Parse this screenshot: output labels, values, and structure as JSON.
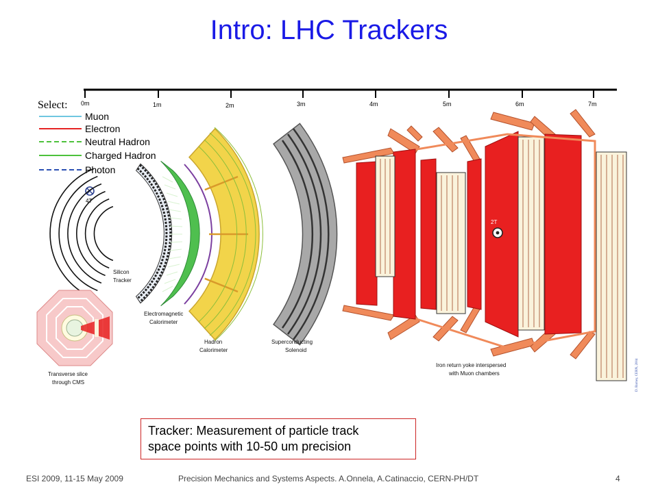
{
  "slide": {
    "title": "Intro: LHC Trackers",
    "callout": {
      "line1": "Tracker: Measurement of particle track",
      "line2": "space points with 10-50 um precision"
    },
    "footer": {
      "left": "ESI 2009,  11-15 May 2009",
      "center": "Precision Mechanics and Systems Aspects.   A.Onnela, A.Catinaccio, CERN-PH/DT",
      "page": "4"
    }
  },
  "diagram": {
    "legend_heading": "Select:",
    "legend": [
      {
        "label": "Muon",
        "color": "#6ec6e0",
        "style": "solid"
      },
      {
        "label": "Electron",
        "color": "#e52222",
        "style": "solid"
      },
      {
        "label": "Neutral Hadron",
        "color": "#4cc13a",
        "style": "dashed"
      },
      {
        "label": "Charged Hadron",
        "color": "#4cc13a",
        "style": "solid"
      },
      {
        "label": "Photon",
        "color": "#2a4fb3",
        "style": "dashed"
      }
    ],
    "scale_ticks": [
      "0m",
      "1m",
      "2m",
      "3m",
      "4m",
      "5m",
      "6m",
      "7m"
    ],
    "field_inner": "4T",
    "field_outer": "2T",
    "labels": {
      "tracker_l1": "Silicon",
      "tracker_l2": "Tracker",
      "ecal_l1": "Electromagnetic",
      "ecal_l2": "Calorimeter",
      "hcal_l1": "Hadron",
      "hcal_l2": "Calorimeter",
      "solenoid_l1": "Superconducting",
      "solenoid_l2": "Solenoid",
      "yoke_l1": "Iron return yoke interspersed",
      "yoke_l2": "with Muon chambers",
      "slice_l1": "Transverse slice",
      "slice_l2": "through CMS"
    },
    "credit": "D. Barney, CERN, 2004",
    "colors": {
      "muon_chamber": "#e82020",
      "hcal": "#f2d44a",
      "solenoid": "#a8a8a8",
      "ecal": "#46b44a",
      "tracker": "#222222",
      "yoke_frame": "#f08a5a"
    }
  }
}
